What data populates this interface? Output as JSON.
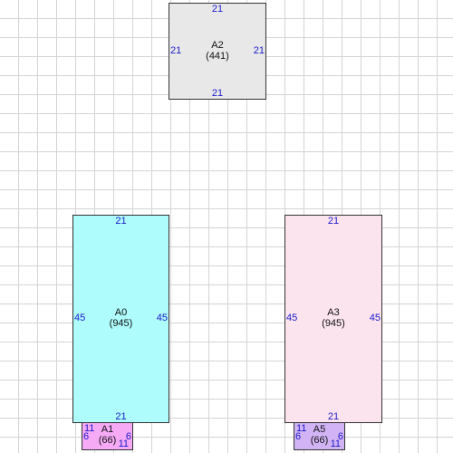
{
  "rooms": [
    {
      "id": "a0",
      "name": "A0",
      "area": "(945)",
      "top": "21",
      "bottom": "21",
      "left": "45",
      "right": "45",
      "fill": "#aefcfc"
    },
    {
      "id": "a1",
      "name": "A1",
      "area": "(66)",
      "top": "11",
      "bottom": "11",
      "left": "6",
      "right": "6",
      "fill": "#f6aaf6"
    },
    {
      "id": "a2",
      "name": "A2",
      "area": "(441)",
      "top": "21",
      "bottom": "21",
      "left": "21",
      "right": "21",
      "fill": "#e8e8e8"
    },
    {
      "id": "a3",
      "name": "A3",
      "area": "(945)",
      "top": "21",
      "bottom": "21",
      "left": "45",
      "right": "45",
      "fill": "#fce4ee"
    },
    {
      "id": "a5",
      "name": "A5",
      "area": "(66)",
      "top": "11",
      "bottom": "11",
      "left": "6",
      "right": "6",
      "fill": "#d2b4f6"
    }
  ]
}
